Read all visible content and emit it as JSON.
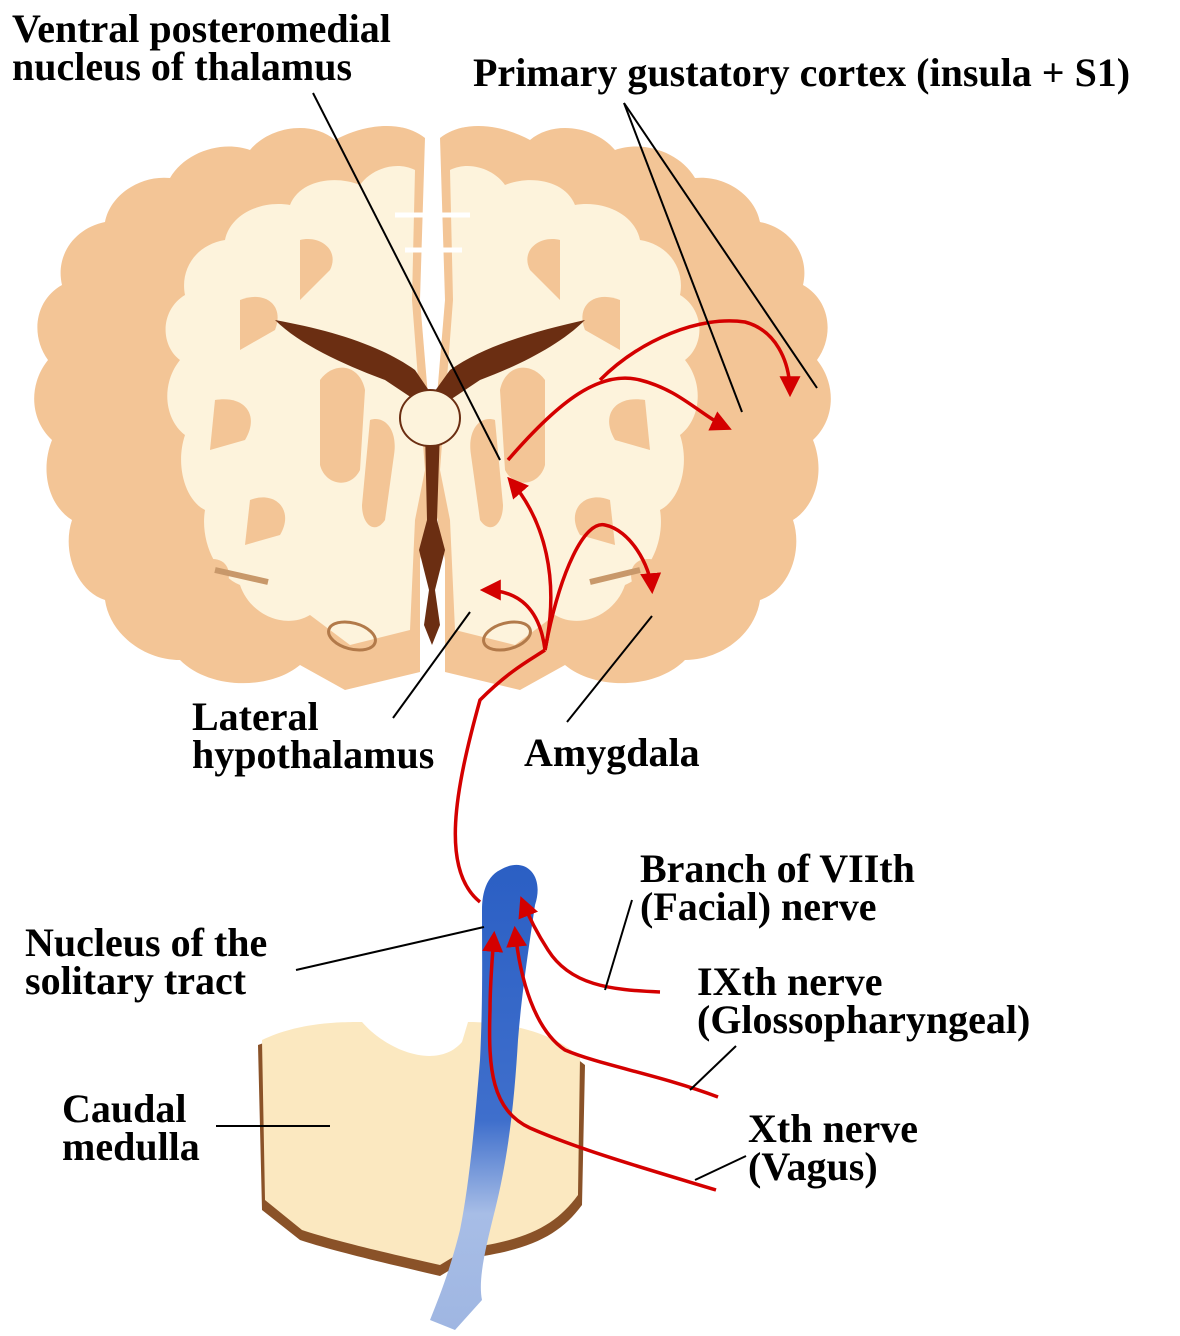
{
  "labels": {
    "vpm": {
      "line1": "Ventral posteromedial",
      "line2": "nucleus of thalamus"
    },
    "gustatory_cortex": "Primary gustatory cortex (insula + S1)",
    "lateral_hypothalamus": {
      "line1": "Lateral",
      "line2": "hypothalamus"
    },
    "amygdala": "Amygdala",
    "facial_nerve": {
      "line1": "Branch of VIIth",
      "line2": "(Facial) nerve"
    },
    "nucleus_solitary_tract": {
      "line1": "Nucleus of the",
      "line2": "solitary tract"
    },
    "glossopharyngeal_nerve": {
      "line1": "IXth nerve",
      "line2": "(Glossopharyngeal)"
    },
    "caudal_medulla": {
      "line1": "Caudal",
      "line2": "medulla"
    },
    "vagus_nerve": {
      "line1": "Xth nerve",
      "line2": "(Vagus)"
    }
  },
  "colors": {
    "cortex_gray": "#f3c596",
    "white_matter": "#fdf3dc",
    "ventricle": "#6b2e12",
    "pathway": "#d40000",
    "nucleus": "#2b5fc4",
    "medulla": "#fbe8c0",
    "medulla_edge": "#8a5228"
  }
}
